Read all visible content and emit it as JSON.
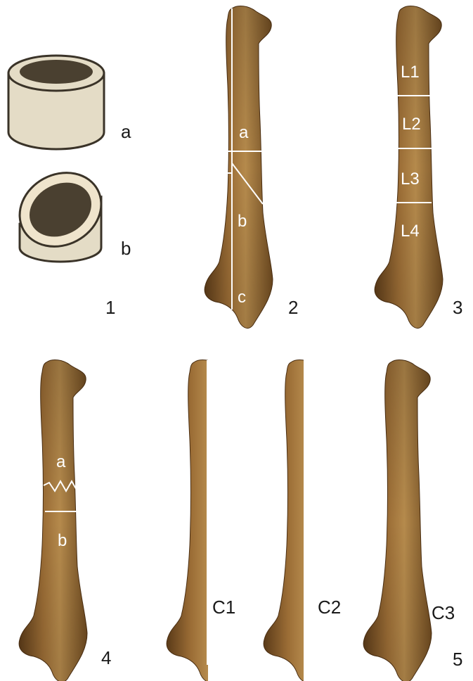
{
  "panel_labels": {
    "p1": "1",
    "p2": "2",
    "p3": "3",
    "p4": "4",
    "p5": "5"
  },
  "panel1": {
    "tube_a_label": "a",
    "tube_b_label": "b"
  },
  "panel2": {
    "labels": [
      "a",
      "b",
      "c"
    ]
  },
  "panel3": {
    "labels": [
      "L1",
      "L2",
      "L3",
      "L4"
    ]
  },
  "panel4": {
    "labels": [
      "a",
      "b"
    ]
  },
  "panel5": {
    "labels": [
      "C1",
      "C2",
      "C3"
    ]
  },
  "colors": {
    "bone_light": "#b58a4c",
    "bone_mid": "#8e6330",
    "bone_dark": "#5a3a18",
    "tube_outer": "#e4dcc6",
    "tube_inner": "#4a4030",
    "tube_stroke": "#3a3328"
  }
}
